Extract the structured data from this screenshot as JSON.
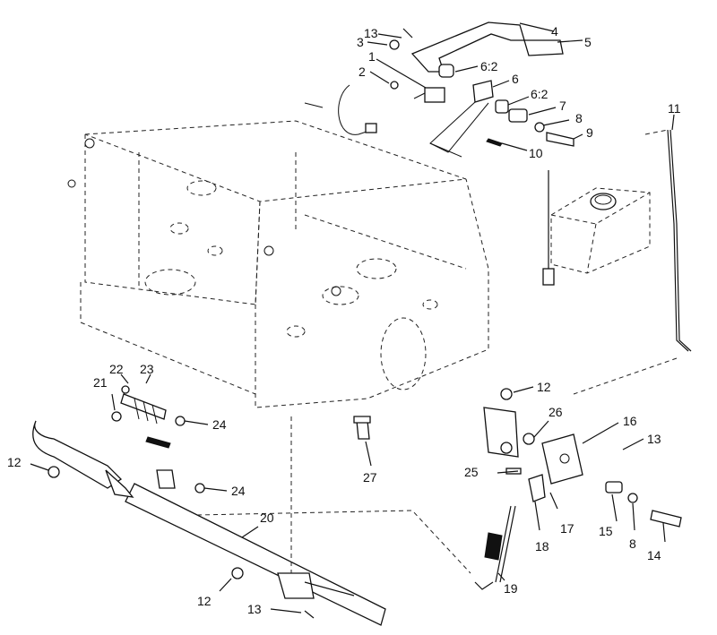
{
  "diagram": {
    "callouts": {
      "c1": "1",
      "c2": "2",
      "c3": "3",
      "c4": "4",
      "c5": "5",
      "c6": "6",
      "c62a": "6:2",
      "c62b": "6:2",
      "c7": "7",
      "c8a": "8",
      "c8b": "8",
      "c9": "9",
      "c10": "10",
      "c11": "11",
      "c12a": "12",
      "c12b": "12",
      "c12c": "12",
      "c13a": "13",
      "c13b": "13",
      "c13c": "13",
      "c14": "14",
      "c15": "15",
      "c16": "16",
      "c17": "17",
      "c18": "18",
      "c19": "19",
      "c20": "20",
      "c21": "21",
      "c22": "22",
      "c23": "23",
      "c24a": "24",
      "c24b": "24",
      "c25": "25",
      "c26": "26",
      "c27": "27"
    }
  }
}
